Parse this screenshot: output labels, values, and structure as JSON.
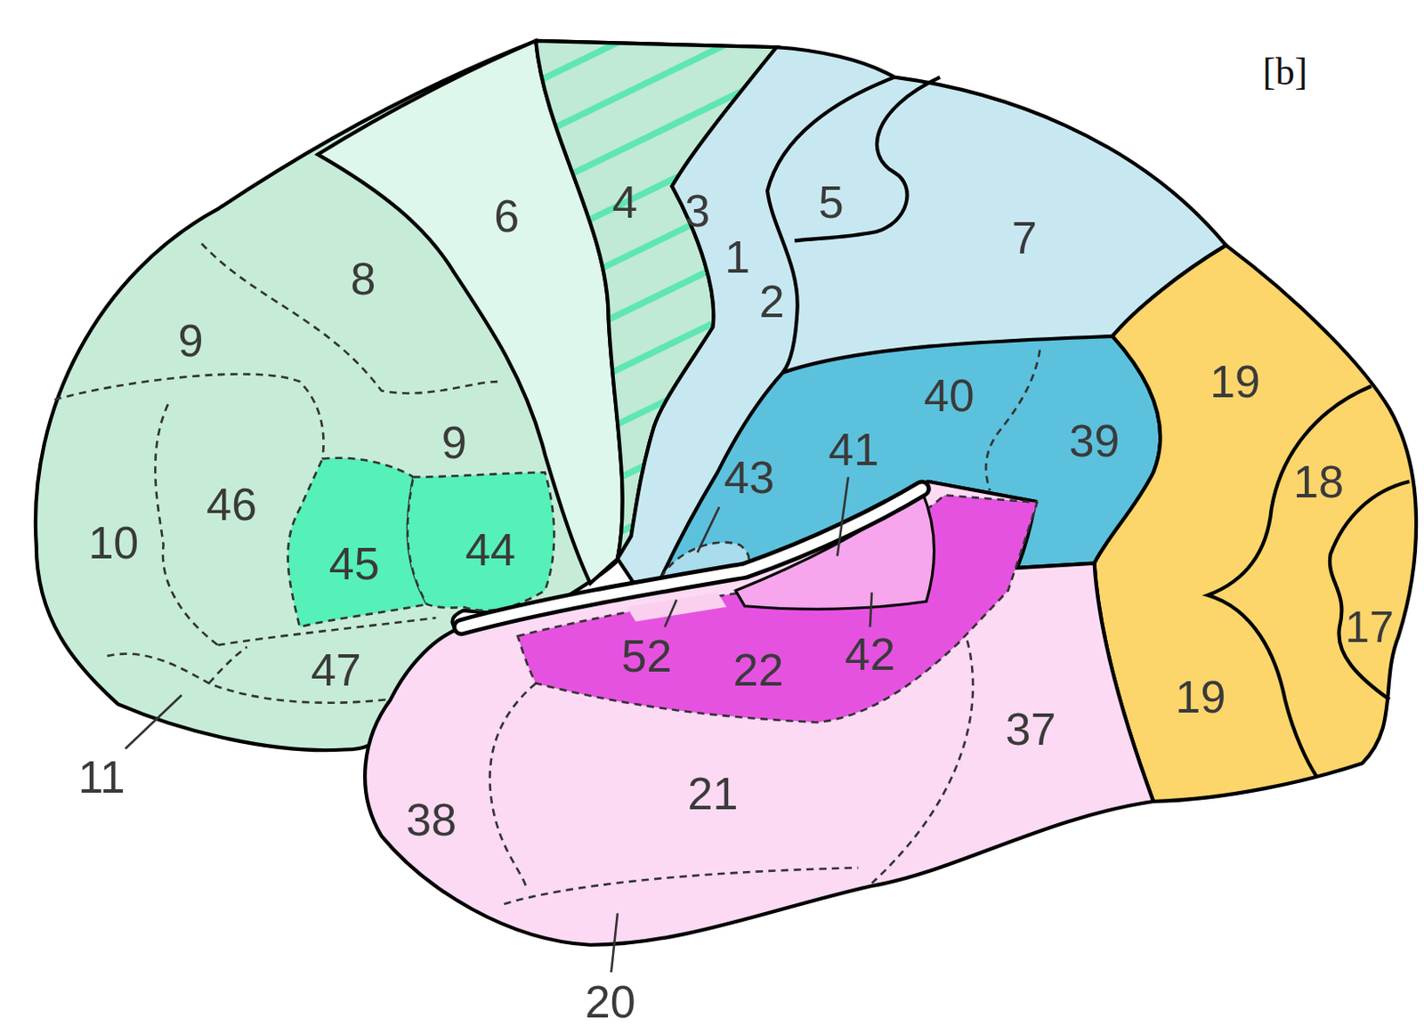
{
  "diagram": {
    "labels": [
      "[b]",
      "6",
      "4",
      "3",
      "5",
      "7",
      "1",
      "2",
      "8",
      "9",
      "9",
      "40",
      "41",
      "39",
      "19",
      "43",
      "18",
      "46",
      "10",
      "45",
      "44",
      "17",
      "52",
      "22",
      "42",
      "47",
      "19",
      "37",
      "21",
      "11",
      "38",
      "20"
    ]
  }
}
